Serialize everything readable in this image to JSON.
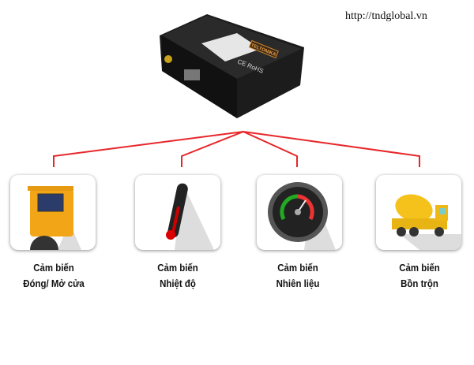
{
  "url": "http://tndglobal.vn",
  "device": {
    "brand": "TELTONIKA",
    "cert": "CE RoHS"
  },
  "colors": {
    "connector": "#e8262a",
    "text": "#111111"
  },
  "sensors": [
    {
      "line1": "Cảm biến",
      "line2": "Đóng/ Mở cửa",
      "icon": "truck-door-icon"
    },
    {
      "line1": "Cảm biến",
      "line2": "Nhiệt độ",
      "icon": "thermometer-icon"
    },
    {
      "line1": "Cảm biến",
      "line2": "Nhiên liệu",
      "icon": "fuel-gauge-icon"
    },
    {
      "line1": "Cảm biến",
      "line2": "Bồn trộn",
      "icon": "mixer-truck-icon"
    }
  ]
}
